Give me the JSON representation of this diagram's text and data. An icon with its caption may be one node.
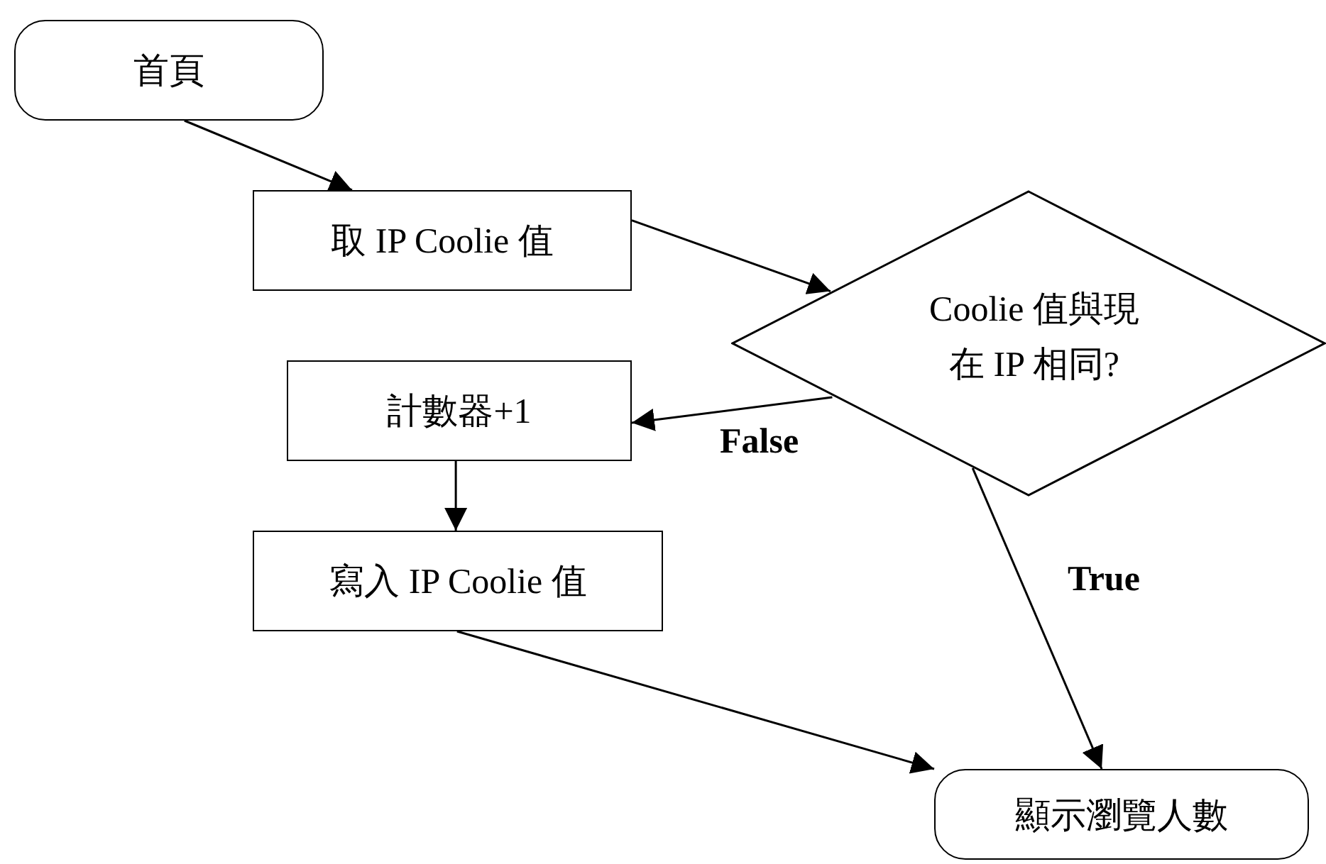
{
  "diagram": {
    "nodes": [
      {
        "text": [
          "首頁"
        ]
      },
      {
        "text": [
          "取 IP Coolie 值"
        ]
      },
      {
        "text": [
          "Coolie 值與現在 IP 相同?"
        ]
      },
      {
        "text": [
          "計數器+1"
        ]
      },
      {
        "text": [
          "寫入 IP Coolie 值"
        ]
      },
      {
        "text": [
          "顯示瀏覽人數"
        ]
      }
    ],
    "edges": [
      {
        "from": 0,
        "to": 1,
        "arrow": "to"
      },
      {
        "from": 1,
        "to": 2,
        "arrow": "to"
      },
      {
        "from": 2,
        "to": 3,
        "arrow": "to",
        "label": "False"
      },
      {
        "from": 3,
        "to": 4,
        "arrow": "to"
      },
      {
        "from": 4,
        "to": 5,
        "arrow": "to"
      },
      {
        "from": 2,
        "to": 5,
        "arrow": "to",
        "label": "True"
      }
    ]
  }
}
